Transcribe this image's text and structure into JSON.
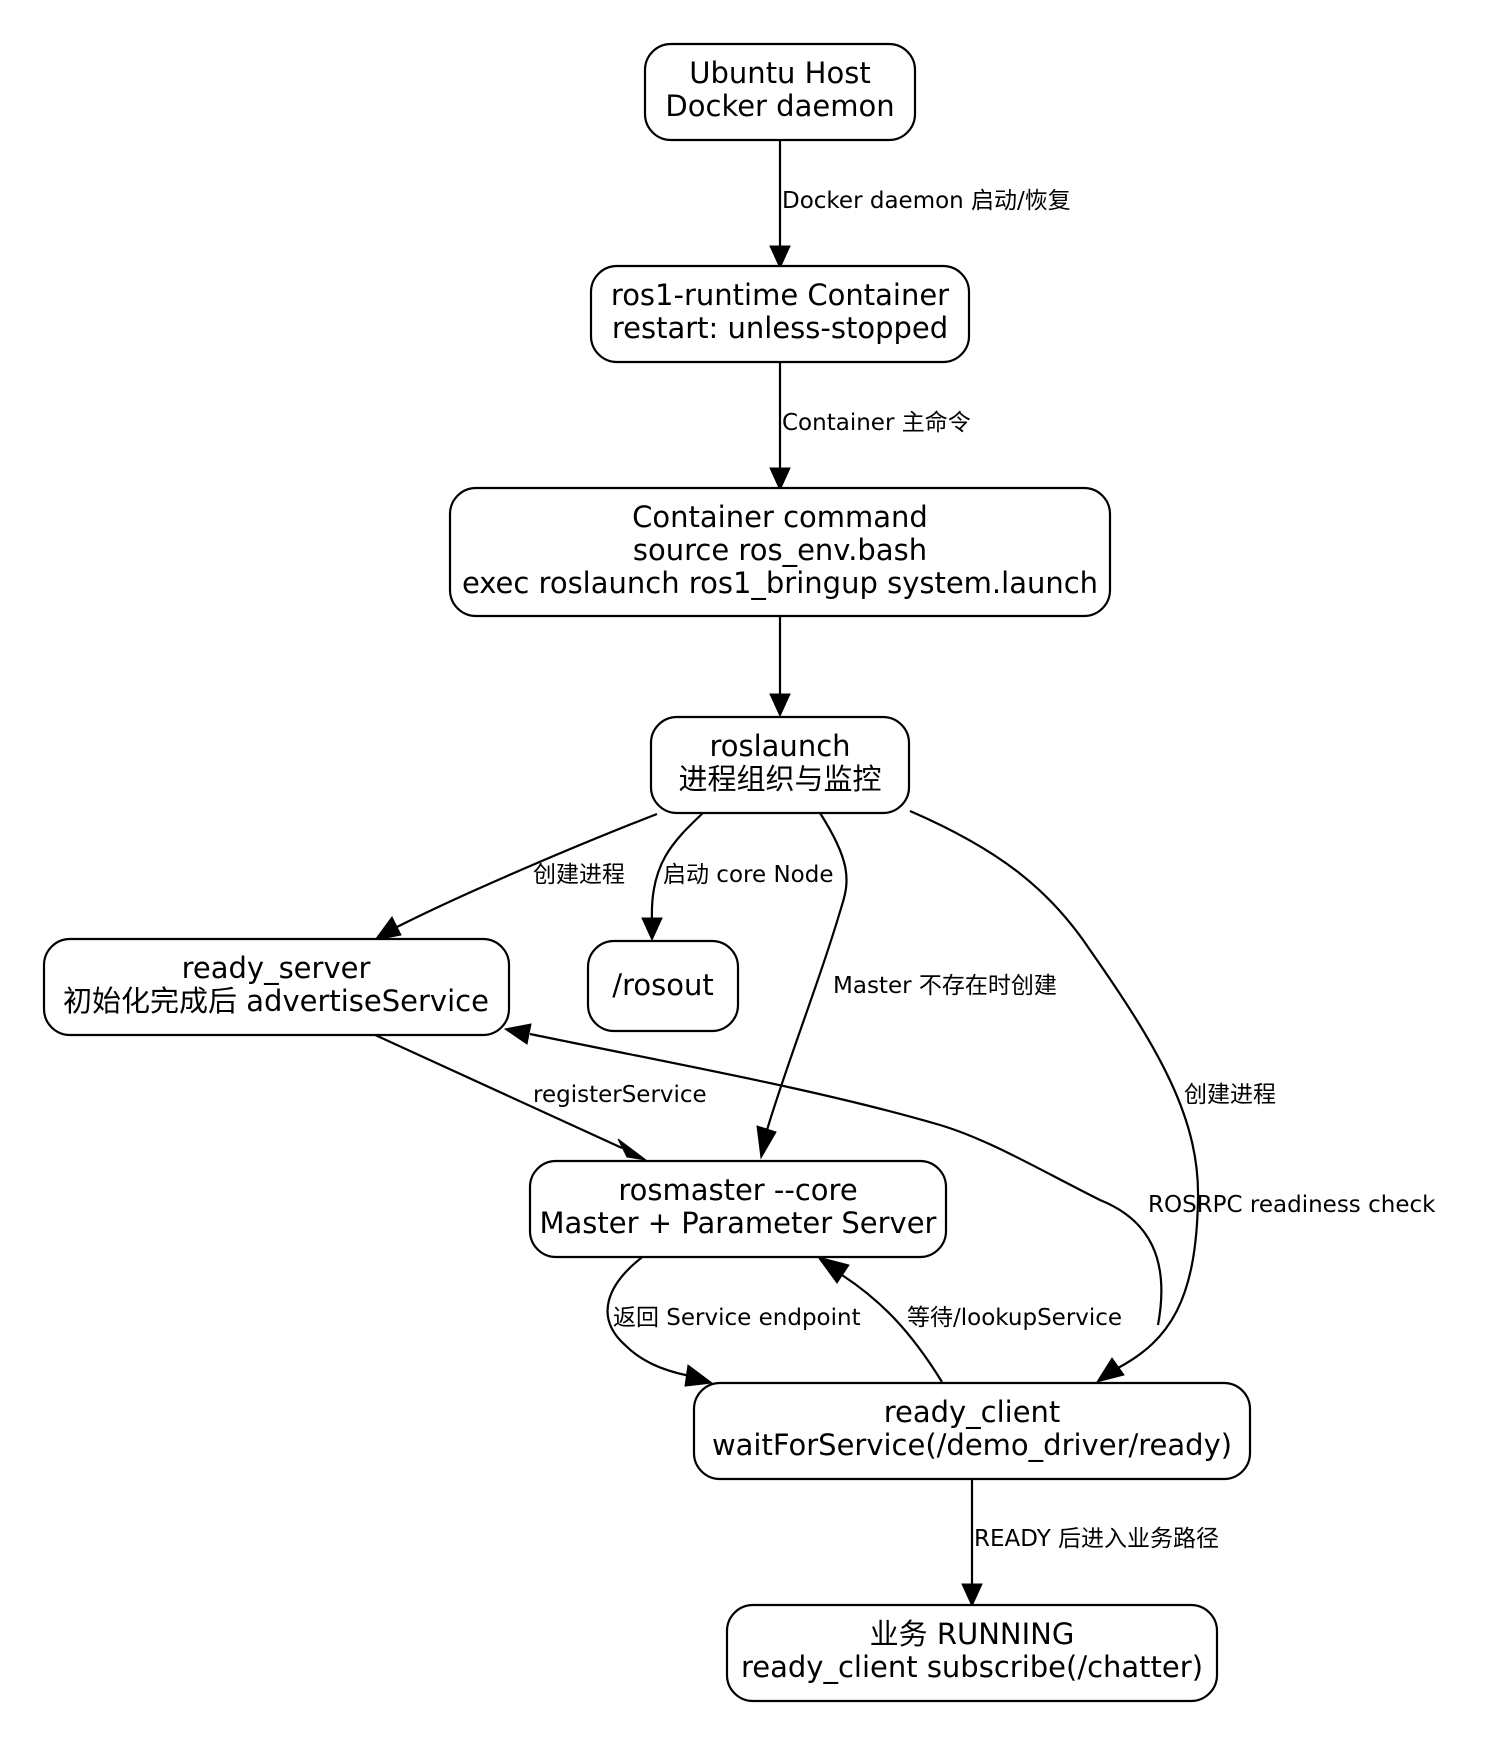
{
  "nodes": {
    "host": {
      "lines": [
        "Ubuntu Host",
        "Docker daemon"
      ]
    },
    "container": {
      "lines": [
        "ros1-runtime Container",
        "restart: unless-stopped"
      ]
    },
    "command": {
      "lines": [
        "Container command",
        "source ros_env.bash",
        "exec roslaunch ros1_bringup system.launch"
      ]
    },
    "roslaunch": {
      "lines": [
        "roslaunch",
        "进程组织与监控"
      ]
    },
    "ready_server": {
      "lines": [
        "ready_server",
        "初始化完成后 advertiseService"
      ]
    },
    "rosout": {
      "lines": [
        "/rosout"
      ]
    },
    "rosmaster": {
      "lines": [
        "rosmaster --core",
        "Master + Parameter Server"
      ]
    },
    "ready_client": {
      "lines": [
        "ready_client",
        "waitForService(/demo_driver/ready)"
      ]
    },
    "running": {
      "lines": [
        "业务 RUNNING",
        "ready_client subscribe(/chatter)"
      ]
    }
  },
  "edges": {
    "host_to_container": "Docker daemon 启动/恢复",
    "container_to_command": "Container 主命令",
    "command_to_roslaunch": "",
    "roslaunch_to_server": "创建进程",
    "roslaunch_to_rosout": "启动 core Node",
    "roslaunch_to_master": "Master 不存在时创建",
    "roslaunch_to_client": "创建进程",
    "server_to_master": "registerService",
    "client_to_server": "ROSRPC readiness check",
    "master_to_client": "返回 Service endpoint",
    "client_to_master": "等待/lookupService",
    "client_to_running": "READY 后进入业务路径"
  }
}
